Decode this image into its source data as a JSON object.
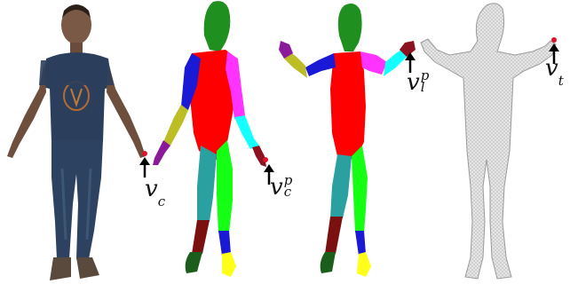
{
  "labels": {
    "v_c": {
      "base": "v",
      "sub": "c"
    },
    "v_c_p": {
      "base": "v",
      "sup": "p",
      "sub": "c"
    },
    "v_l_p": {
      "base": "v",
      "sup": "p",
      "sub": "l"
    },
    "v_t": {
      "base": "v",
      "sub": "t"
    }
  },
  "part_colors": {
    "head": "#1f8f1f",
    "torso": "#ff0000",
    "upper_arm_left": "#1a1ad6",
    "upper_arm_right": "#ff33ff",
    "forearm_left": "#bdbd26",
    "forearm_right": "#14ffff",
    "hand_left": "#8b1a9b",
    "hand_right": "#8b1220",
    "thigh_left": "#2aa0a0",
    "thigh_right": "#14ff14",
    "shin_left": "#7a1010",
    "shin_right": "#1a1ad6",
    "foot_left": "#1b5e1b",
    "foot_right": "#ffff1a",
    "marker": "#e0112b",
    "mesh_gray": "#cfcfcf"
  }
}
